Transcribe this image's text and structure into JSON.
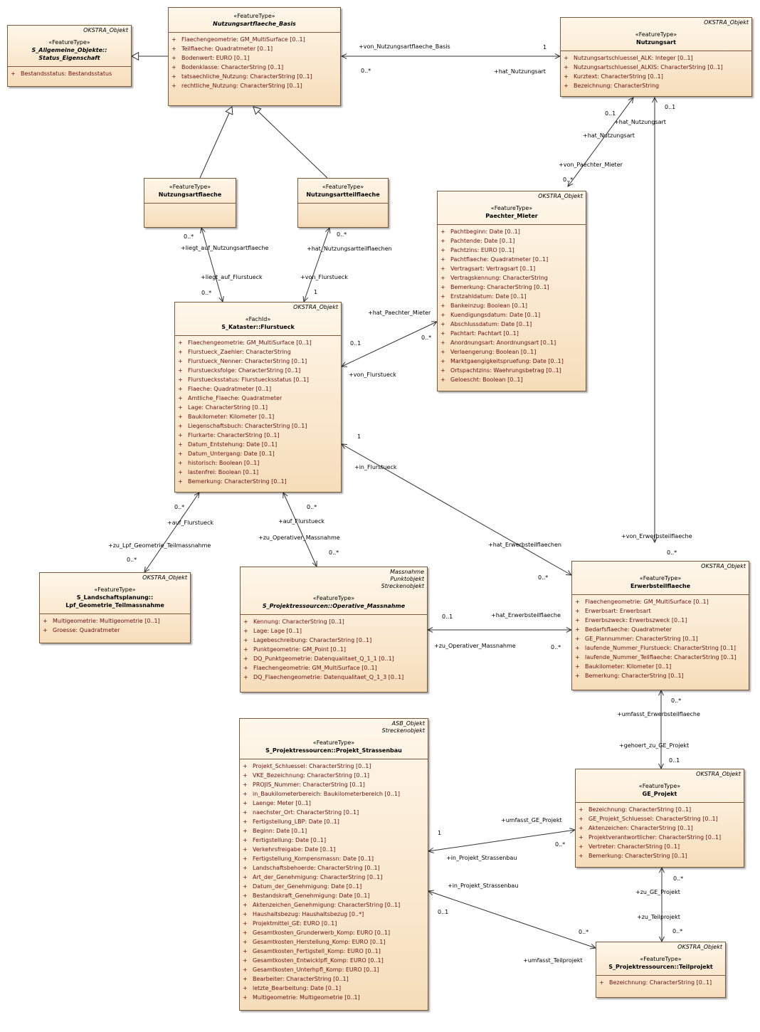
{
  "classes": [
    {
      "id": "nutzungsartflaeche_basis",
      "stereotype": "«FeatureType»",
      "name": "Nutzungsartflaeche_Basis",
      "abstract": true,
      "tagged": [],
      "attributes": [
        "Flaechengeometrie: GM_MultiSurface [0..1]",
        "Teilflaeche: Quadratmeter [0..1]",
        "Bodenwert: EURO [0..1]",
        "Bodenklasse: CharacterString [0..1]",
        "tatsaechliche_Nutzung: CharacterString [0..1]",
        "rechtliche_Nutzung: CharacterString [0..1]"
      ]
    },
    {
      "id": "status_eigenschaft",
      "stereotype": "«FeatureType»",
      "name": "S_Allgemeine_Objekte::\nStatus_Eigenschaft",
      "abstract": true,
      "tagged": [
        "OKSTRA_Objekt"
      ],
      "attributes": [
        "Bestandsstatus: Bestandsstatus"
      ]
    },
    {
      "id": "nutzungsart",
      "stereotype": "«FeatureType»",
      "name": "Nutzungsart",
      "abstract": false,
      "tagged": [
        "OKSTRA_Objekt"
      ],
      "attributes": [
        "Nutzungsartschluessel_ALK: Integer [0..1]",
        "Nutzungsartschluessel_ALKIS: CharacterString [0..1]",
        "Kurztext: CharacterString [0..1]",
        "Bezeichnung: CharacterString"
      ]
    },
    {
      "id": "nutzungsartflaeche",
      "stereotype": "«FeatureType»",
      "name": "Nutzungsartflaeche",
      "abstract": false,
      "tagged": [],
      "attributes": []
    },
    {
      "id": "nutzungsartteilflaeche",
      "stereotype": "«FeatureType»",
      "name": "Nutzungsartteilflaeche",
      "abstract": false,
      "tagged": [],
      "attributes": []
    },
    {
      "id": "paechter_mieter",
      "stereotype": "«FeatureType»",
      "name": "Paechter_Mieter",
      "abstract": false,
      "tagged": [
        "OKSTRA_Objekt"
      ],
      "attributes": [
        "Pachtbeginn: Date [0..1]",
        "Pachtende: Date [0..1]",
        "Pachtzins: EURO [0..1]",
        "Pachtflaeche: Quadratmeter [0..1]",
        "Vertragsart: Vertragsart [0..1]",
        "Vertragskennung: CharacterString",
        "Bemerkung: CharacterString [0..1]",
        "Erstzahldatum: Date [0..1]",
        "Bankeinzug: Boolean [0..1]",
        "Kuendigungsdatum: Date [0..1]",
        "Abschlussdatum: Date [0..1]",
        "Pachtart: Pachtart [0..1]",
        "Anordnungsart: Anordnungsart [0..1]",
        "Verlaengerung: Boolean [0..1]",
        "Marktgaengigkeitspruefung: Date [0..1]",
        "Ortspachtzins: Waehrungsbetrag [0..1]",
        "Geloescht: Boolean [0..1]"
      ]
    },
    {
      "id": "flurstueck",
      "stereotype": "«FachId»",
      "name": "S_Kataster::Flurstueck",
      "abstract": false,
      "tagged": [
        "OKSTRA_Objekt"
      ],
      "attributes": [
        "Flaechengeometrie: GM_MultiSurface [0..1]",
        "Flurstueck_Zaehler: CharacterString",
        "Flurstueck_Nenner: CharacterString [0..1]",
        "Flurstuecksfolge: CharacterString [0..1]",
        "Flurstuecksstatus: Flurstuecksstatus [0..1]",
        "Flaeche: Quadratmeter [0..1]",
        "Amtliche_Flaeche: Quadratmeter",
        "Lage: CharacterString [0..1]",
        "Baukilometer: Kilometer [0..1]",
        "Liegenschaftsbuch: CharacterString [0..1]",
        "Flurkarte: CharacterString [0..1]",
        "Datum_Entstehung: Date [0..1]",
        "Datum_Untergang: Date [0..1]",
        "historisch: Boolean [0..1]",
        "lastenfrei: Boolean [0..1]",
        "Bemerkung: CharacterString [0..1]"
      ]
    },
    {
      "id": "lpf_geometrie",
      "stereotype": "«FeatureType»",
      "name": "S_Landschaftsplanung::\nLpf_Geometrie_Teilmassnahme",
      "abstract": false,
      "tagged": [
        "OKSTRA_Objekt"
      ],
      "attributes": [
        "Multigeometrie: Multigeometrie [0..1]",
        "Groesse: Quadratmeter"
      ]
    },
    {
      "id": "operative_massnahme",
      "stereotype": "«FeatureType»",
      "name": "S_Projektressourcen::Operative_Massnahme",
      "abstract": true,
      "tagged": [
        "Massnahme",
        "Punktobjekt",
        "Streckenobjekt"
      ],
      "attributes": [
        "Kennung: CharacterString [0..1]",
        "Lage: Lage [0..1]",
        "Lagebeschreibung: CharacterString [0..1]",
        "Punktgeometrie: GM_Point [0..1]",
        "DQ_Punktgeometrie: Datenqualitaet_Q_1_1 [0..1]",
        "Flaechengeometrie: GM_MultiSurface [0..1]",
        "DQ_Flaechengeometrie: Datenqualitaet_Q_1_3 [0..1]"
      ]
    },
    {
      "id": "erwerbsteilflaeche",
      "stereotype": "«FeatureType»",
      "name": "Erwerbsteilflaeche",
      "abstract": false,
      "tagged": [
        "OKSTRA_Objekt"
      ],
      "attributes": [
        "Flaechengeometrie: GM_MultiSurface [0..1]",
        "Erwerbsart: Erwerbsart",
        "Erwerbszweck: Erwerbszweck [0..1]",
        "Bedarfsflaeche: Quadratmeter",
        "GE_Plannummer: CharacterString [0..1]",
        "laufende_Nummer_Flurstueck: CharacterString [0..1]",
        "laufende_Nummer_Teilflaeche: CharacterString [0..1]",
        "Baukilometer: Kilometer [0..1]",
        "Bemerkung: CharacterString [0..1]"
      ]
    },
    {
      "id": "projekt_strassenbau",
      "stereotype": "«FeatureType»",
      "name": "S_Projektressourcen::Projekt_Strassenbau",
      "abstract": false,
      "tagged": [
        "ASB_Objekt",
        "Streckenobjekt"
      ],
      "attributes": [
        "Projekt_Schluessel: CharacterString [0..1]",
        "VKE_Bezeichnung: CharacterString [0..1]",
        "PROJIS_Nummer: CharacterString [0..1]",
        "in_Baukilometerbereich: Baukilometerbereich [0..1]",
        "Laenge: Meter [0..1]",
        "naechster_Ort: CharacterString [0..1]",
        "Fertigstellung_LBP: Date [0..1]",
        "Beginn: Date [0..1]",
        "Fertigstellung: Date [0..1]",
        "Verkehrsfreigabe: Date [0..1]",
        "Fertigstellung_Kompensmassn: Date [0..1]",
        "Landschaftsbehoerde: CharacterString [0..1]",
        "Art_der_Genehmigung: CharacterString [0..1]",
        "Datum_der_Genehmigung: Date [0..1]",
        "Bestandskraft_Genehmigung: Date [0..1]",
        "Aktenzeichen_Genehmigung: CharacterString [0..1]",
        "Haushaltsbezug: Haushaltsbezug [0..*]",
        "Projektmittel_GE: EURO [0..1]",
        "Gesamtkosten_Grunderwerb_Komp: EURO [0..1]",
        "Gesamtkosten_Herstellung_Komp: EURO [0..1]",
        "Gesamtkosten_Fertigstell_Komp: EURO [0..1]",
        "Gesamtkosten_Entwicklpfl_Komp: EURO [0..1]",
        "Gesamtkosten_Unterhpfl_Komp: EURO [0..1]",
        "Bearbeiter: CharacterString [0..1]",
        "letzte_Bearbeitung: Date [0..1]",
        "Multigeometrie: Multigeometrie [0..1]"
      ]
    },
    {
      "id": "ge_projekt",
      "stereotype": "«FeatureType»",
      "name": "GE_Projekt",
      "abstract": false,
      "tagged": [
        "OKSTRA_Objekt"
      ],
      "attributes": [
        "Bezeichnung: CharacterString [0..1]",
        "GE_Projekt_Schluessel: CharacterString [0..1]",
        "Aktenzeichen: CharacterString [0..1]",
        "Projektverantwortlicher: CharacterString [0..1]",
        "Vertreter: CharacterString [0..1]",
        "Bemerkung: CharacterString [0..1]"
      ]
    },
    {
      "id": "teilprojekt",
      "stereotype": "«FeatureType»",
      "name": "S_Projektressourcen::Teilprojekt",
      "abstract": false,
      "tagged": [
        "OKSTRA_Objekt"
      ],
      "attributes": [
        "Bezeichnung: CharacterString [0..1]"
      ]
    }
  ],
  "attribute_visibility": "+",
  "labels": [
    "+von_Nutzungsartflaeche_Basis",
    "1",
    "0..*",
    "+hat_Nutzungsart",
    "0..1",
    "+hat_Nutzungsart",
    "0..1",
    "+hat_Nutzungsart",
    "+von_Paechter_Mieter",
    "0..*",
    "0..*",
    "+liegt_auf_Nutzungsartflaeche",
    "+liegt_auf_Flurstueck",
    "0..*",
    "0..*",
    "+hat_Nutzungsartteilflaechen",
    "+von_Flurstueck",
    "1",
    "+hat_Paechter_Mieter",
    "0..*",
    "0..1",
    "+von_Flurstueck",
    "1",
    "+in_Flurstueck",
    "+hat_Erwerbsteilflaechen",
    "0..*",
    "+von_Erwerbsteilflaeche",
    "0..*",
    "0..*",
    "+auf_Flurstueck",
    "+zu_Lpf_Geometrie_Teilmassnahme",
    "0..*",
    "0..*",
    "+auf_Flurstueck",
    "+zu_Operativer_Massnahme",
    "0..*",
    "0..1",
    "+hat_Erwerbsteilflaeche",
    "+zu_Operativer_Massnahme",
    "0..*",
    "0..*",
    "+umfasst_Erwerbsteilflaeche",
    "+gehoert_zu_GE_Projekt",
    "0..1",
    "1",
    "+umfasst_GE_Projekt",
    "0..*",
    "+in_Projekt_Strassenbau",
    "+in_Projekt_Strassenbau",
    "0..1",
    "0..*",
    "+umfasst_Teilprojekt",
    "0..*",
    "+zu_GE_Projekt",
    "+zu_Teilprojekt",
    "0..*"
  ]
}
